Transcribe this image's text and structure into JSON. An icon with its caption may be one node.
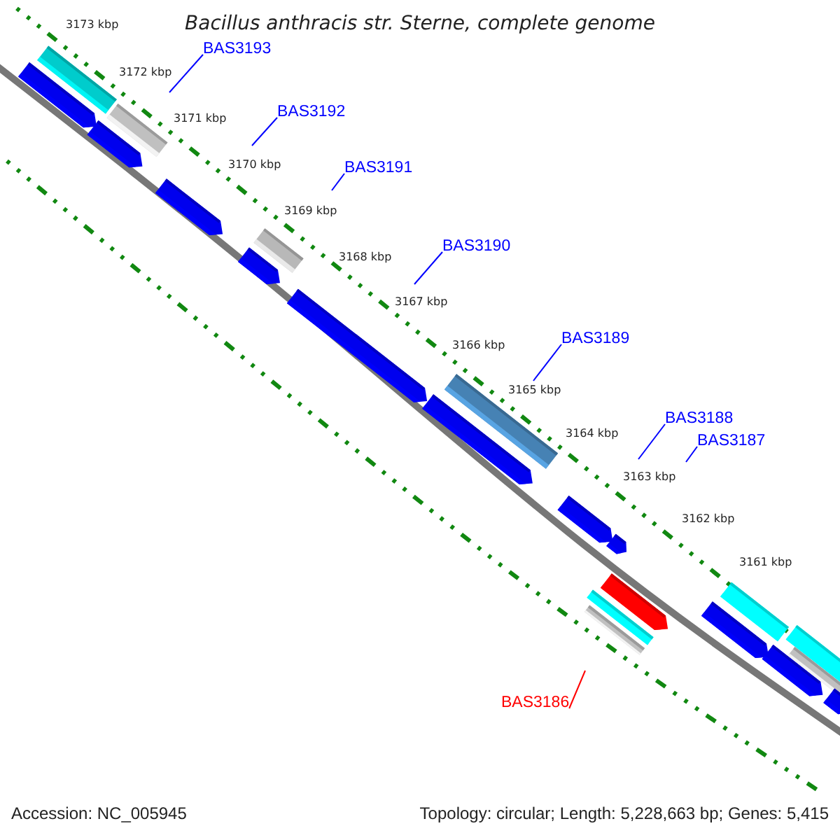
{
  "diagram": {
    "title": "Bacillus anthracis str. Sterne, complete genome",
    "nodes": [
      {
        "text": [
          "BAS3193"
        ]
      },
      {
        "text": [
          "BAS3192"
        ]
      },
      {
        "text": [
          "BAS3191"
        ]
      },
      {
        "text": [
          "BAS3190"
        ]
      },
      {
        "text": [
          "BAS3189"
        ]
      },
      {
        "text": [
          "BAS3188"
        ]
      },
      {
        "text": [
          "BAS3187"
        ]
      },
      {
        "text": [
          "BAS3186"
        ]
      }
    ],
    "edges": [
      {
        "from": 0,
        "to": null,
        "arrow": "none"
      },
      {
        "from": 1,
        "to": null,
        "arrow": "none"
      },
      {
        "from": 2,
        "to": null,
        "arrow": "none"
      },
      {
        "from": 3,
        "to": null,
        "arrow": "none"
      },
      {
        "from": 4,
        "to": null,
        "arrow": "none"
      },
      {
        "from": 5,
        "to": null,
        "arrow": "none"
      },
      {
        "from": 6,
        "to": null,
        "arrow": "none"
      },
      {
        "from": 7,
        "to": null,
        "arrow": "none",
        "color": "#ff0000"
      }
    ],
    "labels": [
      "3173 kbp",
      "3172 kbp",
      "3171 kbp",
      "3170 kbp",
      "3169 kbp",
      "3168 kbp",
      "3167 kbp",
      "3166 kbp",
      "3165 kbp",
      "3164 kbp",
      "3163 kbp",
      "3162 kbp",
      "3161 kbp",
      "Accession: NC_005945",
      "Topology: circular; Length: 5,228,663 bp; Genes: 5,415"
    ]
  }
}
